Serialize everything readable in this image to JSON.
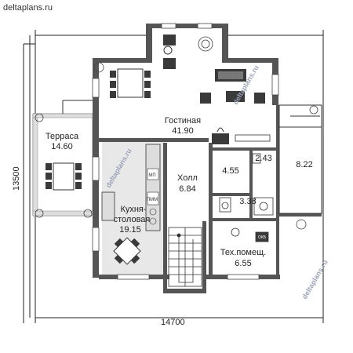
{
  "site": "deltaplans.ru",
  "watermark": "deltaplans.ru",
  "colors": {
    "wall": "#555555",
    "floor": "#ffffff",
    "kitchen": "#e8e8e8",
    "furniture": "#3a3a3a",
    "line": "#222222"
  },
  "dimensions": {
    "width_label": "14700",
    "height_label": "13500"
  },
  "rooms": [
    {
      "name": "Терраса",
      "area": "14.60"
    },
    {
      "name": "Гостиная",
      "area": "41.90"
    },
    {
      "name": "Холл",
      "area": "6.84"
    },
    {
      "name": "Кухня-",
      "name2": "столовая",
      "area": "19.15"
    },
    {
      "name": "",
      "area": "4.55"
    },
    {
      "name": "",
      "area": "2.43"
    },
    {
      "name": "",
      "area": "8.22"
    },
    {
      "name": "",
      "area": "3.38"
    },
    {
      "name": "Тех.помещ.",
      "area": "6.55"
    }
  ],
  "appliance_labels": {
    "mw": "МП",
    "dw": "ПММ",
    "boiler": "ОКБ"
  }
}
